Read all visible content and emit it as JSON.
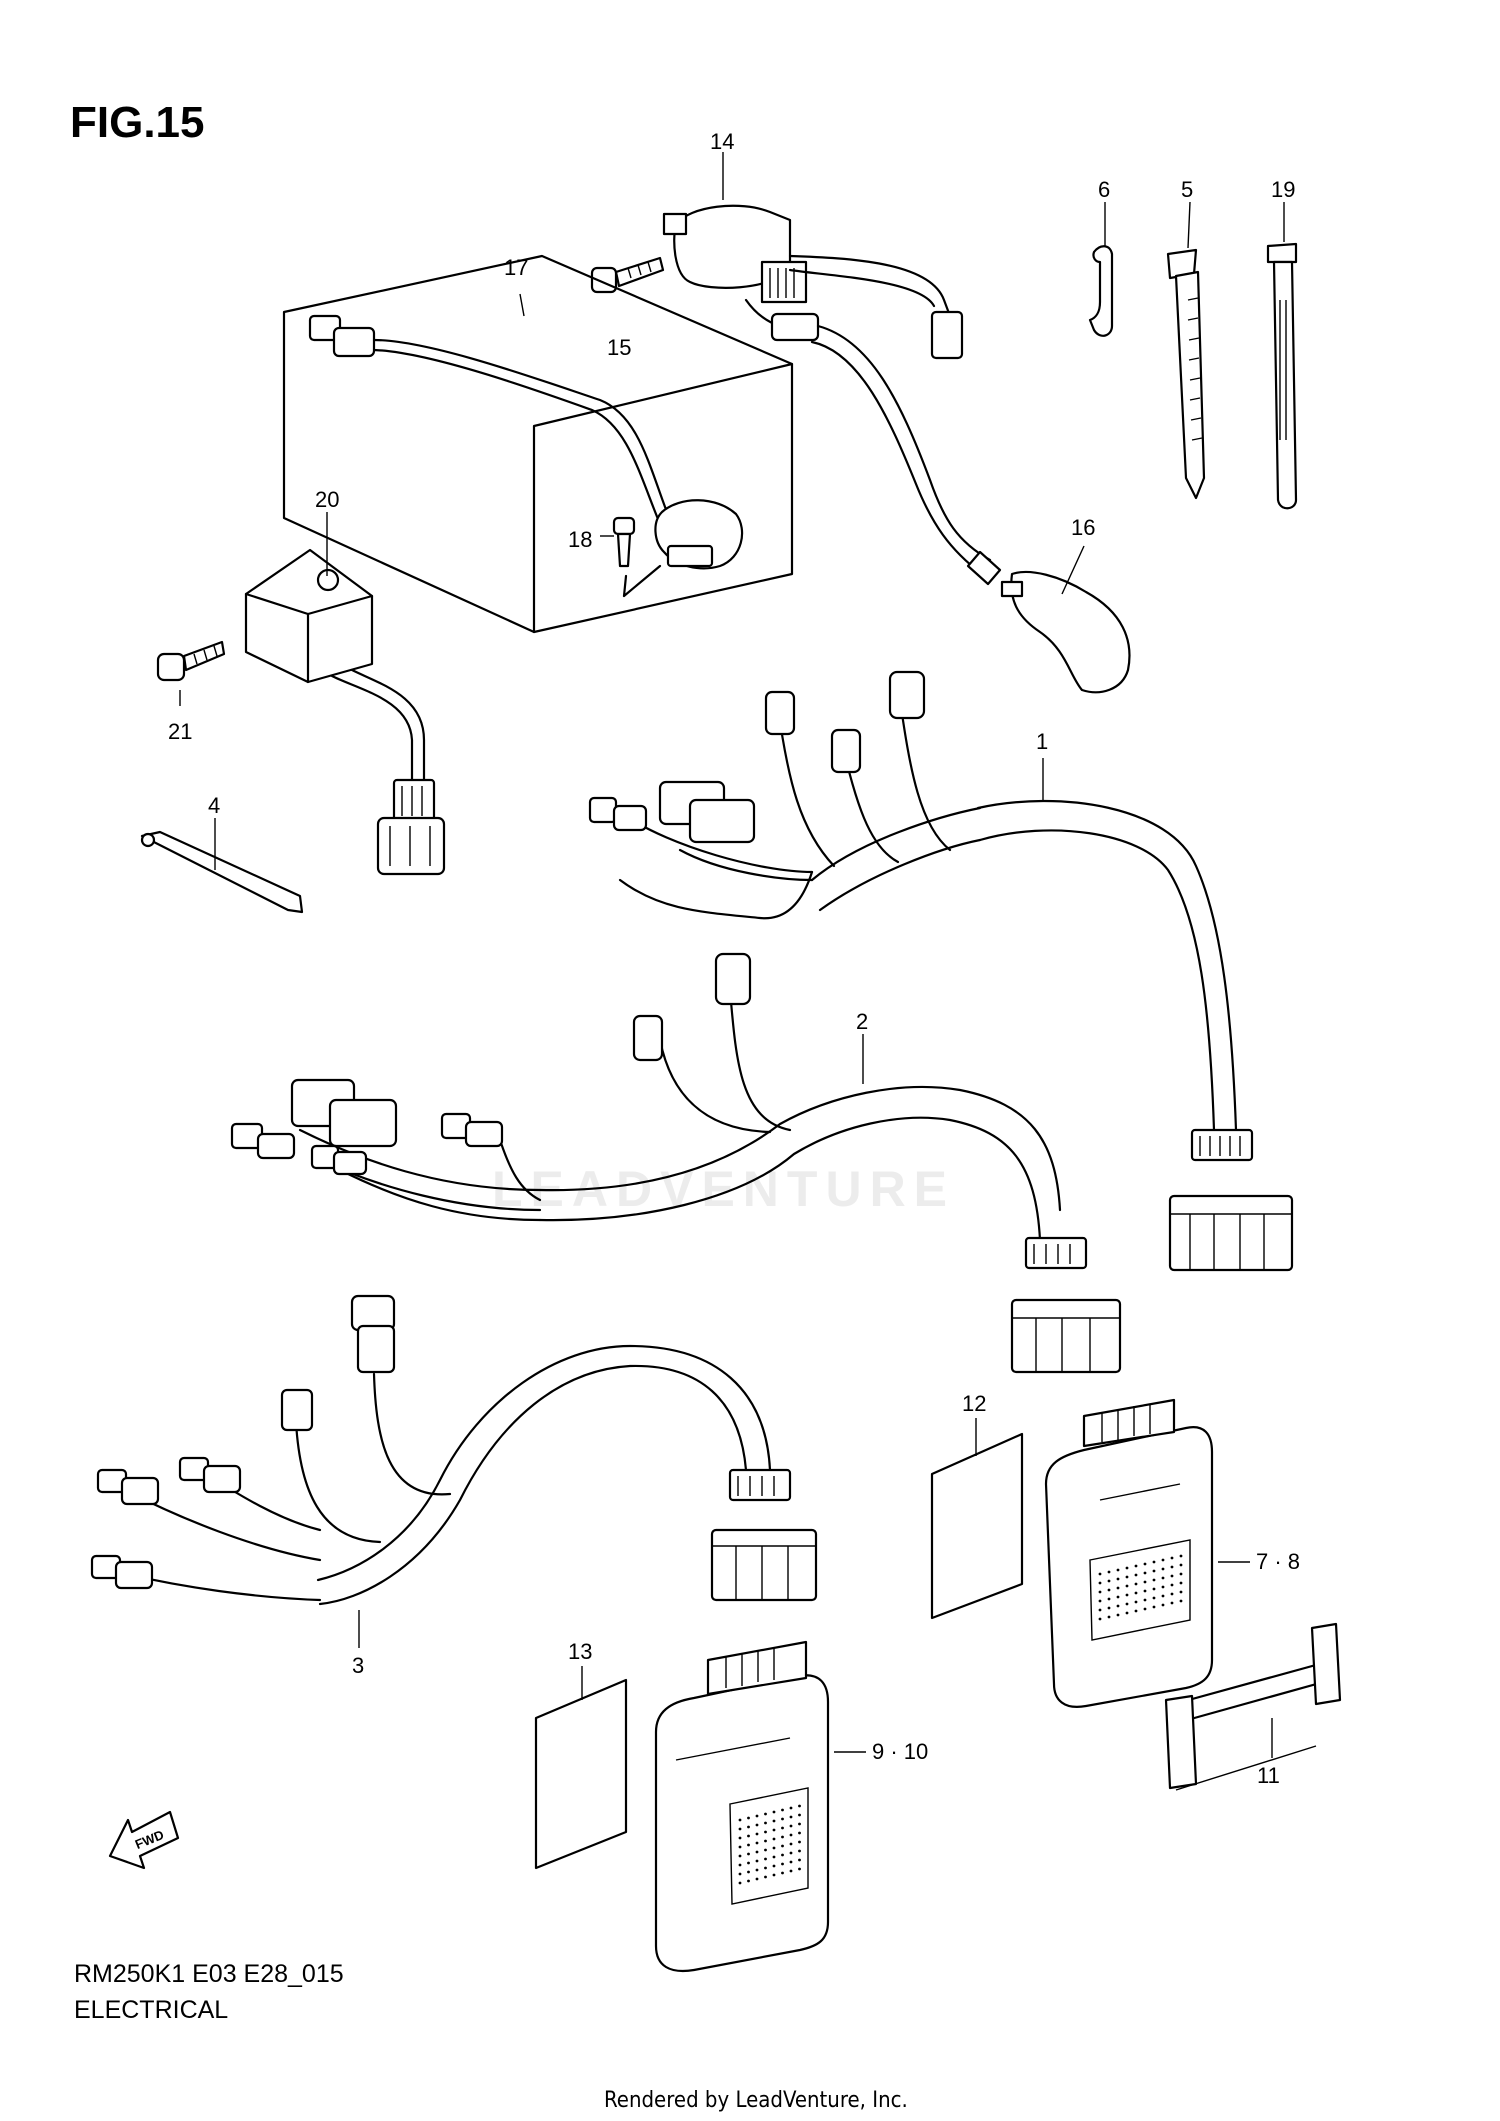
{
  "figure": {
    "title": "FIG.15"
  },
  "watermark": "LEADVENTURE",
  "callouts": [
    {
      "id": "c14",
      "text": "14"
    },
    {
      "id": "c6",
      "text": "6"
    },
    {
      "id": "c5",
      "text": "5"
    },
    {
      "id": "c19",
      "text": "19"
    },
    {
      "id": "c17",
      "text": "17"
    },
    {
      "id": "c15",
      "text": "15"
    },
    {
      "id": "c20",
      "text": "20"
    },
    {
      "id": "c18",
      "text": "18"
    },
    {
      "id": "c16",
      "text": "16"
    },
    {
      "id": "c21",
      "text": "21"
    },
    {
      "id": "c1",
      "text": "1"
    },
    {
      "id": "c4",
      "text": "4"
    },
    {
      "id": "c2",
      "text": "2"
    },
    {
      "id": "c12",
      "text": "12"
    },
    {
      "id": "c78",
      "text": "7 · 8"
    },
    {
      "id": "c3",
      "text": "3"
    },
    {
      "id": "c13",
      "text": "13"
    },
    {
      "id": "c910",
      "text": "9 · 10"
    },
    {
      "id": "c11",
      "text": "11"
    }
  ],
  "fwd_label": "FWD",
  "footer": {
    "code": "RM250K1 E03 E28_015",
    "name": "ELECTRICAL",
    "rendered_by": "Rendered by LeadVenture, Inc."
  }
}
